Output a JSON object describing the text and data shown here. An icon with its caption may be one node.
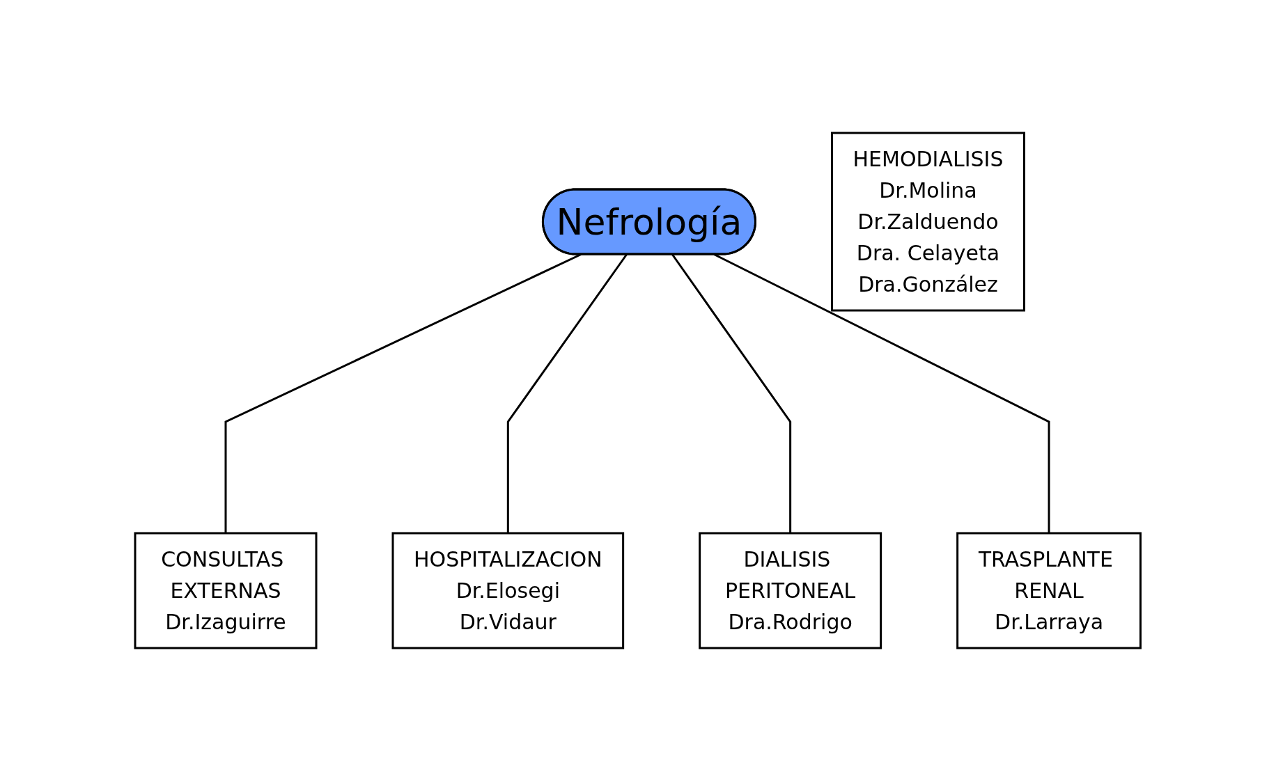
{
  "diagram": {
    "nodes": [
      {
        "text": [
          "CONSULTAS EXTERNAS",
          "Dr.Izaguirre"
        ]
      },
      {
        "text": [
          "HOSPITALIZACION",
          "Dr.Elosegi",
          "Dr.Vidaur"
        ]
      },
      {
        "text": [
          "Nefrología"
        ]
      },
      {
        "text": [
          "HEMODIALISIS",
          "Dr.Molina",
          "Dr.Zalduendo",
          "Dra. Celayeta",
          "Dra.González"
        ]
      },
      {
        "text": [
          "DIALISIS PERITONEAL",
          "Dra.Rodrigo"
        ]
      },
      {
        "text": [
          "TRASPLANTE RENAL",
          "Dr.Larraya"
        ]
      }
    ],
    "edges": [
      {
        "from": 2,
        "to": 0,
        "arrow": "none"
      },
      {
        "from": 2,
        "to": 1,
        "arrow": "none"
      },
      {
        "from": 2,
        "to": 4,
        "arrow": "none"
      },
      {
        "from": 2,
        "to": 5,
        "arrow": "none"
      }
    ]
  }
}
